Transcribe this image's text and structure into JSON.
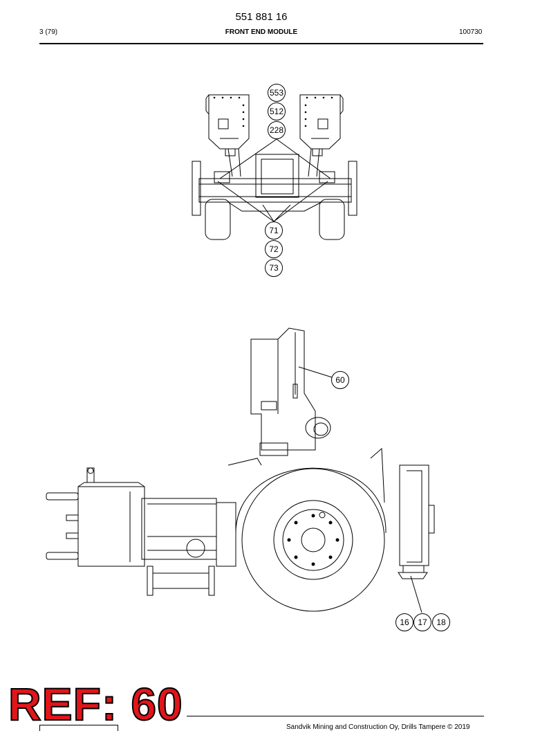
{
  "header": {
    "doc_number": "551 881 16",
    "page": "3 (79)",
    "title": "FRONT END MODULE",
    "code": "100730"
  },
  "callouts": {
    "c553": "553",
    "c512": "512",
    "c228": "228",
    "c71": "71",
    "c72": "72",
    "c73": "73",
    "c60": "60",
    "c16": "16",
    "c17": "17",
    "c18": "18"
  },
  "ref_label": "REF: 60",
  "footer": {
    "copyright": "Sandvik Mining and Construction Oy, Drills Tampere © 2019"
  },
  "colors": {
    "ref_label": "#e0161b",
    "line": "#000000"
  }
}
